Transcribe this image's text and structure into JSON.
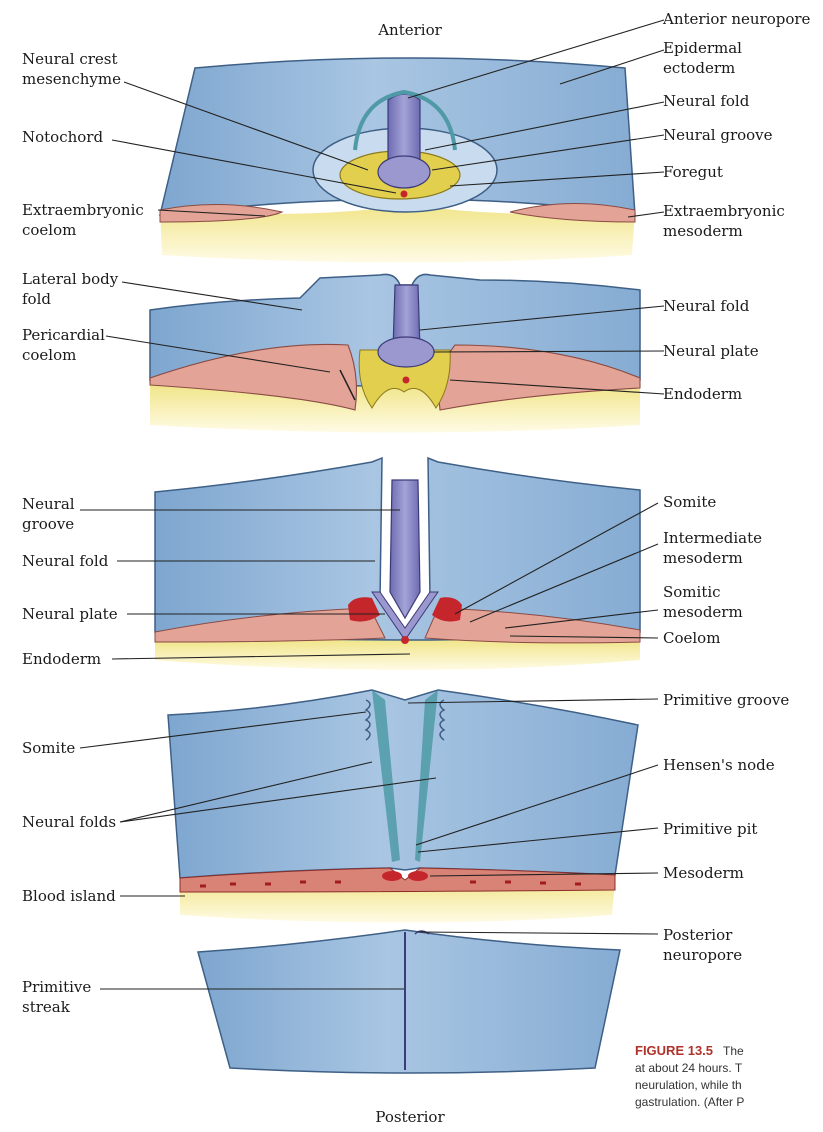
{
  "orientation": {
    "top": "Anterior",
    "bottom": "Posterior"
  },
  "panel1": {
    "left": [
      "Neural crest",
      "mesenchyme",
      "Notochord",
      "Extraembryonic",
      "coelom"
    ],
    "right": [
      "Anterior neuropore",
      "Epidermal",
      "ectoderm",
      "Neural fold",
      "Neural groove",
      "Foregut",
      "Extraembryonic",
      "mesoderm"
    ]
  },
  "panel2": {
    "left": [
      "Lateral body",
      "fold",
      "Pericardial",
      "coelom"
    ],
    "right": [
      "Neural fold",
      "Neural plate",
      "Endoderm"
    ]
  },
  "panel3": {
    "left": [
      "Neural",
      "groove",
      "Neural fold",
      "Neural plate",
      "Endoderm"
    ],
    "right": [
      "Somite",
      "Intermediate",
      "mesoderm",
      "Somitic",
      "mesoderm",
      "Coelom"
    ]
  },
  "panel4": {
    "left": [
      "Somite",
      "Neural folds",
      "Blood island"
    ],
    "right": [
      "Primitive groove",
      "Hensen's node",
      "Primitive pit",
      "Mesoderm"
    ]
  },
  "panel5": {
    "left": [
      "Primitive",
      "streak"
    ],
    "right": [
      "Posterior",
      "neuropore"
    ]
  },
  "caption": {
    "figure": "FIGURE 13.5",
    "line1_rest": "The",
    "line2": "at about 24 hours. T",
    "line3": "neurulation, while th",
    "line4": "gastrulation. (After P"
  },
  "colors": {
    "tissue_blue": "#8fb2d6",
    "tissue_blue_light": "#b8d0e8",
    "neural_purple": "#8a87c4",
    "neural_edge_teal": "#4f9aa6",
    "mesoderm_pink": "#e3a396",
    "yolk_yellow": "#f3ea9a",
    "endoderm_yellow": "#e2cf4e",
    "somite_red": "#c5262b",
    "caption_red": "#b0322a"
  }
}
